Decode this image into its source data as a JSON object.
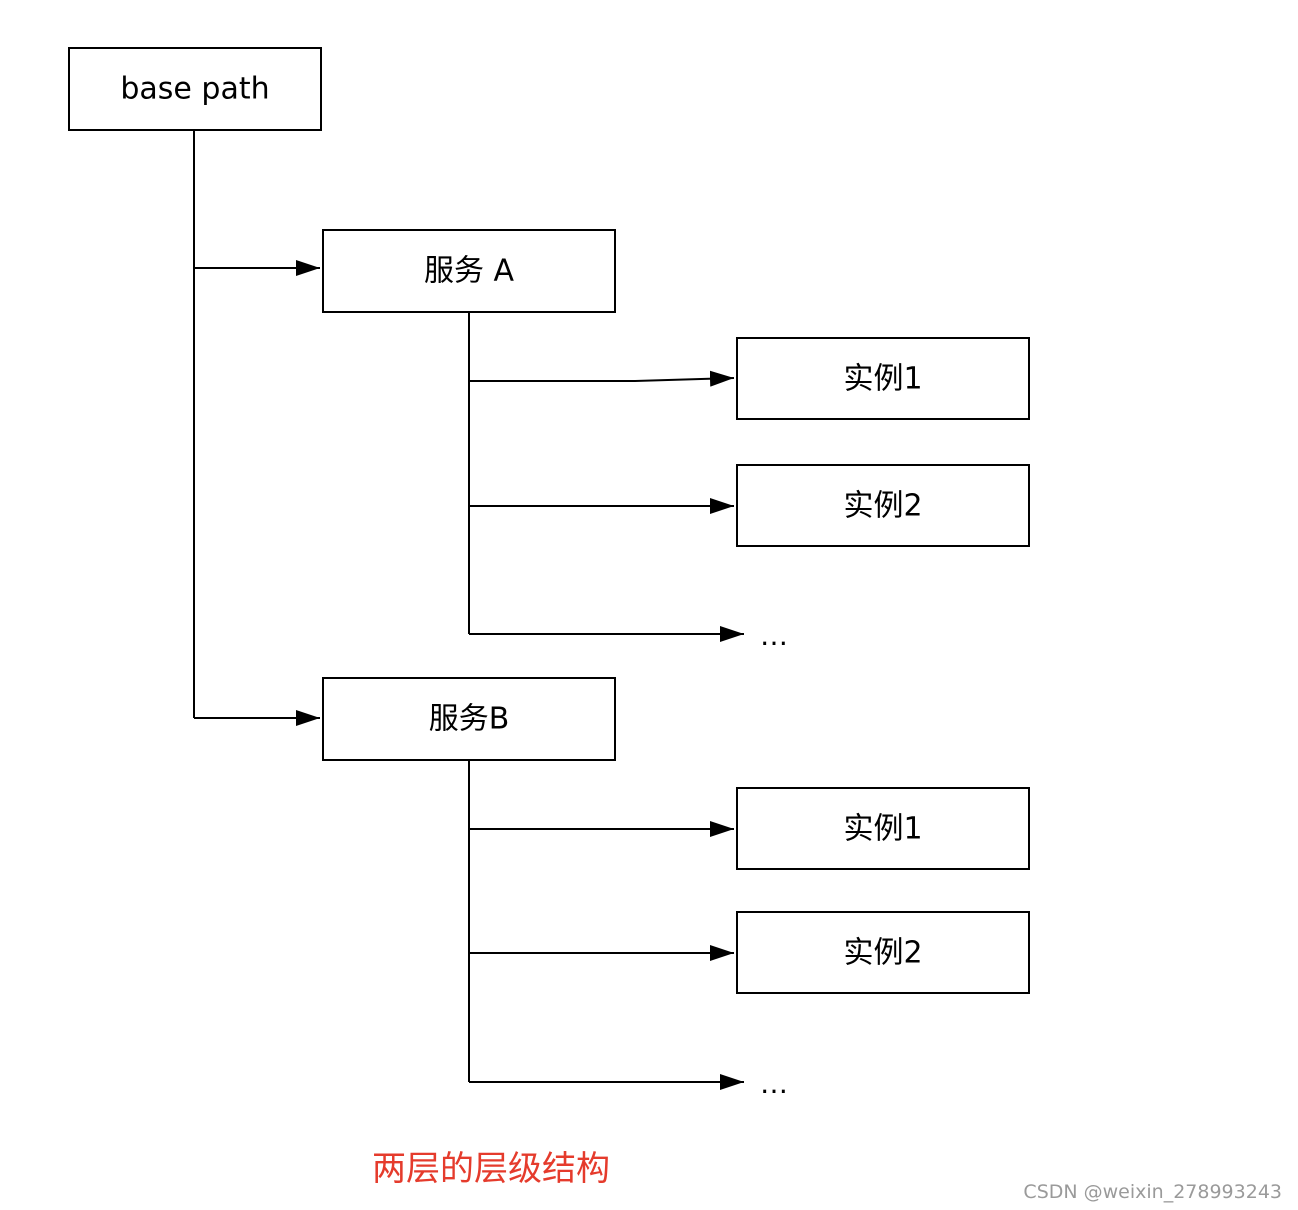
{
  "diagram": {
    "nodes": {
      "root": "base path",
      "service_a": "服务 A",
      "service_a_instance_1": "实例1",
      "service_a_instance_2": "实例2",
      "service_a_more": "…",
      "service_b": "服务B",
      "service_b_instance_1": "实例1",
      "service_b_instance_2": "实例2",
      "service_b_more": "…"
    },
    "caption": "两层的层级结构",
    "caption_color": "#e53b2c",
    "watermark": "CSDN @weixin_278993243"
  }
}
